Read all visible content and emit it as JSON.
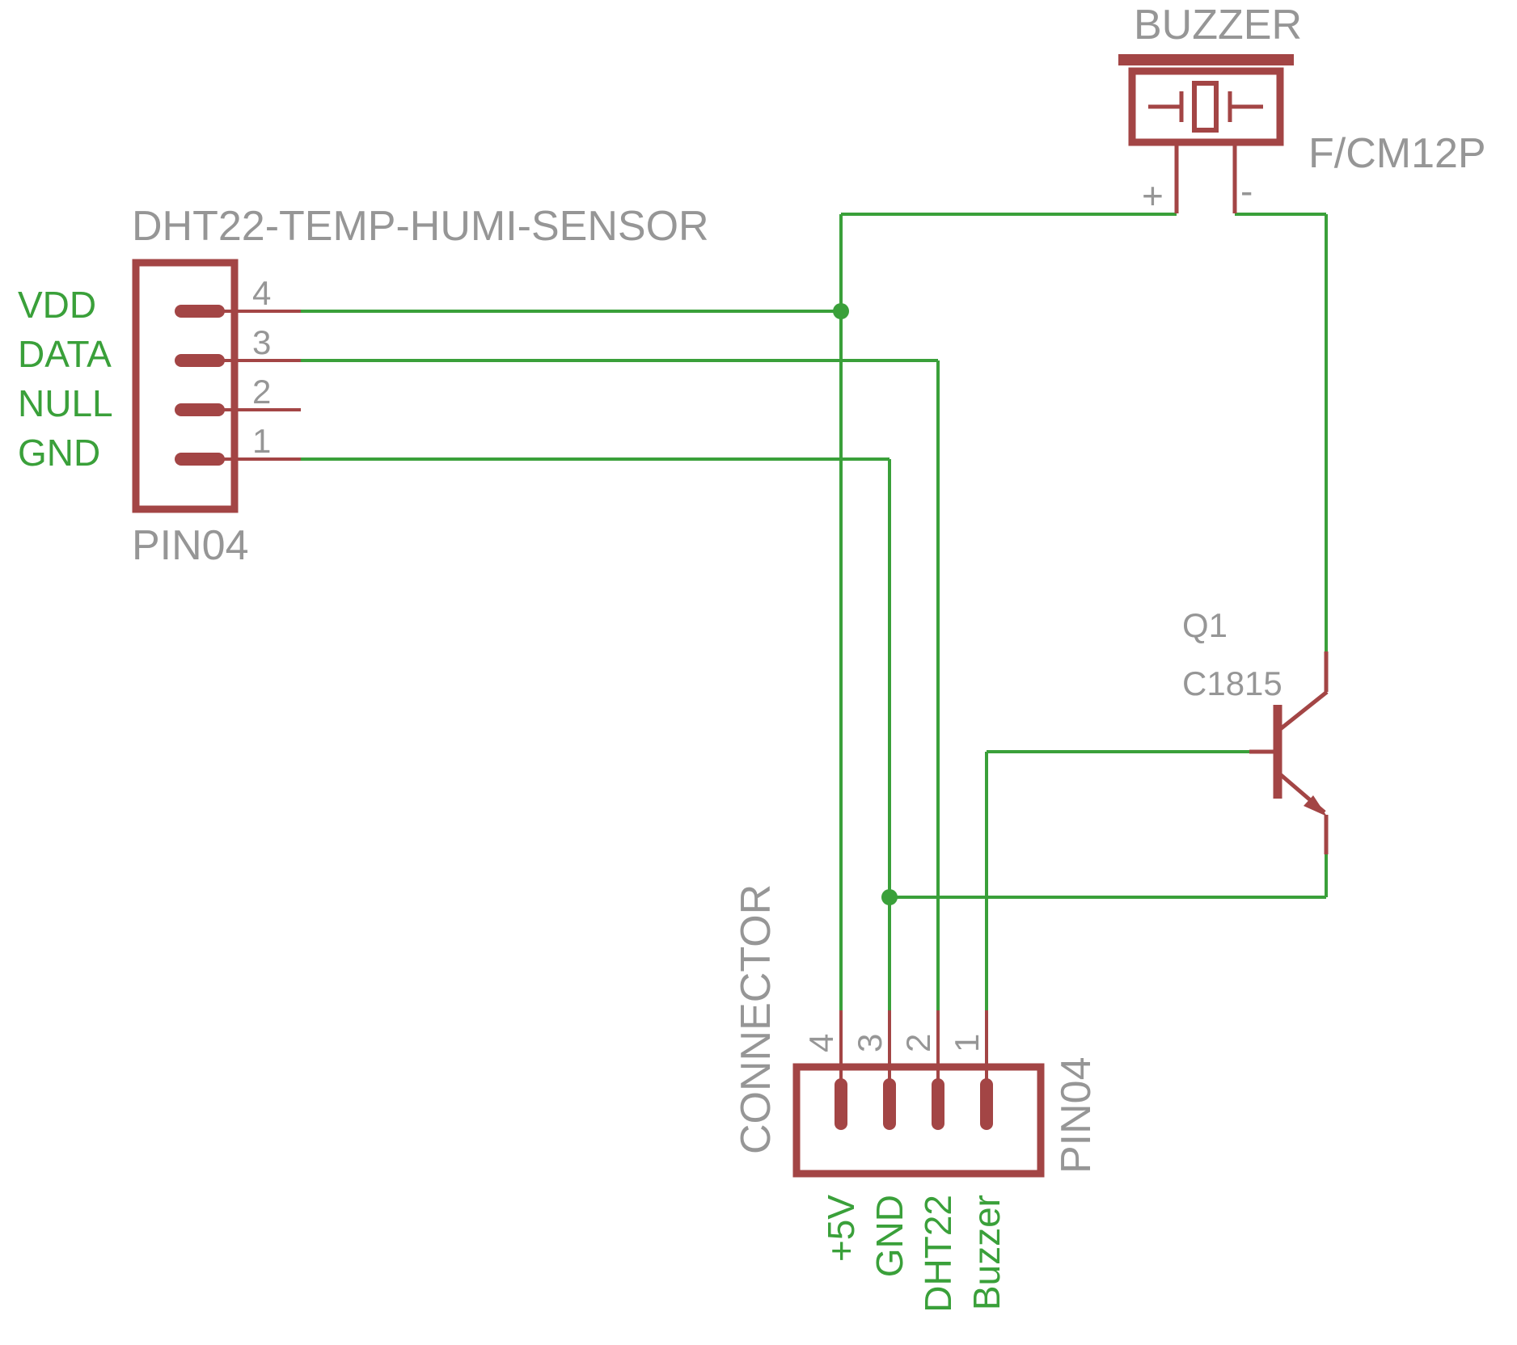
{
  "components": {
    "buzzer": {
      "name": "BUZZER",
      "value": "F/CM12P",
      "pin_positive": "+",
      "pin_negative": "-"
    },
    "dht22": {
      "name": "DHT22-TEMP-HUMI-SENSOR",
      "value": "PIN04",
      "pins": [
        {
          "number": "4",
          "label": "VDD"
        },
        {
          "number": "3",
          "label": "DATA"
        },
        {
          "number": "2",
          "label": "NULL"
        },
        {
          "number": "1",
          "label": "GND"
        }
      ]
    },
    "transistor": {
      "designator": "Q1",
      "part": "C1815"
    },
    "connector": {
      "name": "CONNECTOR",
      "value": "PIN04",
      "pins": [
        {
          "number": "4",
          "label": "+5V"
        },
        {
          "number": "3",
          "label": "GND"
        },
        {
          "number": "2",
          "label": "DHT22"
        },
        {
          "number": "1",
          "label": "Buzzer"
        }
      ]
    }
  },
  "colors": {
    "component_outline": "#a34545",
    "wire": "#3aa03a",
    "net_label_text": "#3aa03a",
    "annotation_text": "#969696",
    "background": "#ffffff"
  }
}
